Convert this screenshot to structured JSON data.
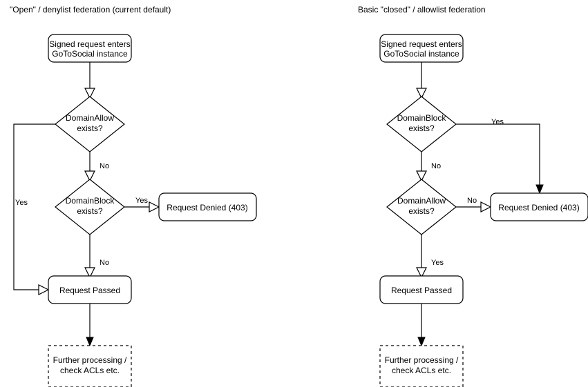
{
  "diagram": {
    "type": "flowchart",
    "background_color": "#ffffff",
    "stroke_color": "#000000",
    "columns": [
      {
        "id": "open-federation",
        "title": "\"Open\" / denylist federation (current default)",
        "nodes": [
          {
            "id": "entry",
            "shape": "rounded-rect",
            "line1": "Signed request enters",
            "line2": "GoToSocial instance"
          },
          {
            "id": "domain-allow",
            "shape": "diamond",
            "line1": "DomainAllow",
            "line2": "exists?"
          },
          {
            "id": "domain-block",
            "shape": "diamond",
            "line1": "DomainBlock",
            "line2": "exists?"
          },
          {
            "id": "denied",
            "shape": "rounded-rect",
            "line1": "Request Denied (403)",
            "line2": ""
          },
          {
            "id": "passed",
            "shape": "rounded-rect",
            "line1": "Request Passed",
            "line2": ""
          },
          {
            "id": "further",
            "shape": "dashed-rect",
            "line1": "Further processing /",
            "line2": "check ACLs etc."
          }
        ],
        "edges": [
          {
            "from": "entry",
            "to": "domain-allow",
            "label": ""
          },
          {
            "from": "domain-allow",
            "to": "passed",
            "label": "Yes"
          },
          {
            "from": "domain-allow",
            "to": "domain-block",
            "label": "No"
          },
          {
            "from": "domain-block",
            "to": "denied",
            "label": "Yes"
          },
          {
            "from": "domain-block",
            "to": "passed",
            "label": "No"
          },
          {
            "from": "passed",
            "to": "further",
            "label": ""
          }
        ]
      },
      {
        "id": "closed-federation",
        "title": "Basic \"closed\" / allowlist federation",
        "nodes": [
          {
            "id": "entry",
            "shape": "rounded-rect",
            "line1": "Signed request enters",
            "line2": "GoToSocial instance"
          },
          {
            "id": "domain-block",
            "shape": "diamond",
            "line1": "DomainBlock",
            "line2": "exists?"
          },
          {
            "id": "domain-allow",
            "shape": "diamond",
            "line1": "DomainAllow",
            "line2": "exists?"
          },
          {
            "id": "denied",
            "shape": "rounded-rect",
            "line1": "Request Denied (403)",
            "line2": ""
          },
          {
            "id": "passed",
            "shape": "rounded-rect",
            "line1": "Request Passed",
            "line2": ""
          },
          {
            "id": "further",
            "shape": "dashed-rect",
            "line1": "Further processing /",
            "line2": "check ACLs etc."
          }
        ],
        "edges": [
          {
            "from": "entry",
            "to": "domain-block",
            "label": ""
          },
          {
            "from": "domain-block",
            "to": "denied",
            "label": "Yes"
          },
          {
            "from": "domain-block",
            "to": "domain-allow",
            "label": "No"
          },
          {
            "from": "domain-allow",
            "to": "denied",
            "label": "No"
          },
          {
            "from": "domain-allow",
            "to": "passed",
            "label": "Yes"
          },
          {
            "from": "passed",
            "to": "further",
            "label": ""
          }
        ]
      }
    ]
  }
}
